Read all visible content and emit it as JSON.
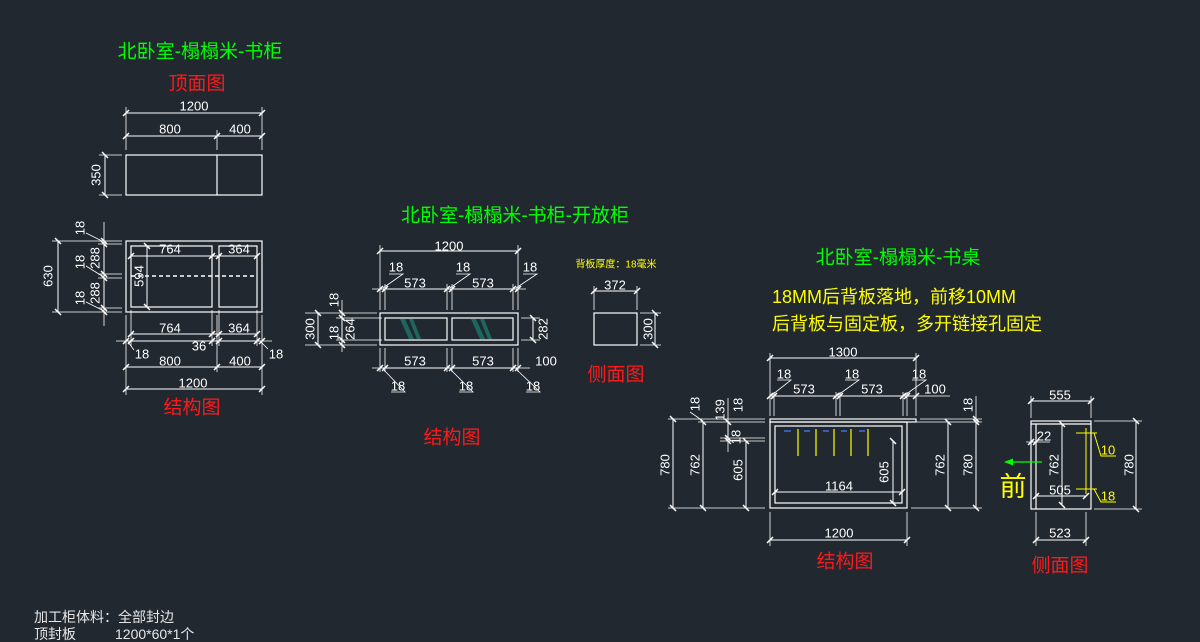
{
  "colors": {
    "background": "#212830",
    "line": "#ffffff",
    "title": "#00ff00",
    "view_label": "#ff1a1a",
    "note": "#ffff00",
    "arrow": "#00ff00",
    "panel_fill": "#1f6e64",
    "marker_blue": "#3d6fe0"
  },
  "bookcase": {
    "title": "北卧室-榻榻米-书柜",
    "top_view": {
      "label": "顶面图",
      "dims": [
        "1200",
        "800",
        "400",
        "350"
      ]
    },
    "structure_view": {
      "label": "结构图",
      "dims": [
        "18",
        "764",
        "364",
        "18",
        "288",
        "594",
        "630",
        "18",
        "288",
        "764",
        "364",
        "18",
        "36",
        "18",
        "800",
        "400",
        "1200"
      ]
    }
  },
  "open_cabinet": {
    "title": "北卧室-榻榻米-书柜-开放柜",
    "structure_view": {
      "label": "结构图",
      "dims": [
        "1200",
        "18",
        "18",
        "18",
        "573",
        "573",
        "18",
        "300",
        "18",
        "264",
        "282",
        "573",
        "573",
        "100",
        "18",
        "18",
        "18"
      ]
    },
    "side_view": {
      "note": "背板厚度：18毫米",
      "label": "侧面图",
      "dims": [
        "372",
        "300"
      ]
    }
  },
  "desk": {
    "title": "北卧室-榻榻米-书桌",
    "notes": [
      "18MM后背板落地，前移10MM",
      "后背板与固定板，多开链接孔固定"
    ],
    "structure_view": {
      "label": "结构图",
      "dims": [
        "1300",
        "18",
        "18",
        "18",
        "573",
        "573",
        "100",
        "18",
        "139",
        "18",
        "18",
        "780",
        "762",
        "605",
        "1164",
        "605",
        "762",
        "780",
        "18",
        "1200"
      ]
    },
    "side_view": {
      "label": "侧面图",
      "front_marker": "前",
      "dims": [
        "555",
        "22",
        "10",
        "762",
        "505",
        "18",
        "780",
        "523"
      ]
    }
  },
  "footer": {
    "line1": "加工柜体料：全部封边",
    "line2_item": "顶封板",
    "line2_spec": "1200*60*1个"
  }
}
